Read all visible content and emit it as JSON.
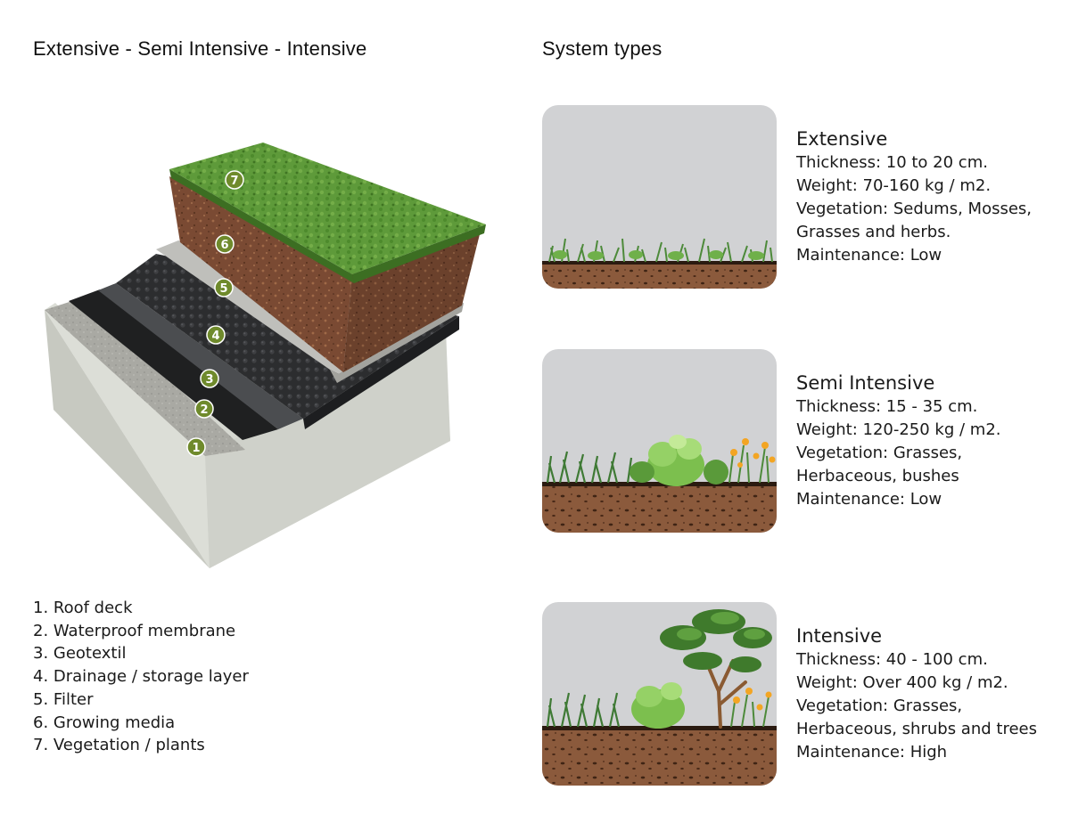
{
  "headings": {
    "left": "Extensive - Semi Intensive - Intensive",
    "right": "System types"
  },
  "diagram": {
    "badges": [
      "1",
      "2",
      "3",
      "4",
      "5",
      "6",
      "7"
    ],
    "colors": {
      "concrete": "#d9dbd4",
      "deck_top": "#a9a9a3",
      "membrane": "#1f2021",
      "geotextile": "#4b4d50",
      "drainage": "#2c2d2f",
      "filter": "#bfbfbb",
      "soil": "#7a4a33",
      "grass": "#5e9a3a",
      "badge": "#6f8a2c"
    }
  },
  "legend": [
    "1. Roof deck",
    "2. Waterproof membrane",
    "3. Geotextil",
    "4. Drainage / storage layer",
    "5. Filter",
    "6. Growing media",
    "7. Vegetation / plants"
  ],
  "systems": [
    {
      "name": "Extensive",
      "lines": [
        "Thickness: 10 to 20 cm.",
        "Weight: 70-160 kg / m2.",
        "Vegetation: Sedums, Mosses,",
        "Grasses and herbs.",
        "Maintenance: Low"
      ]
    },
    {
      "name": "Semi Intensive",
      "lines": [
        "Thickness: 15 - 35 cm.",
        "Weight: 120-250 kg / m2.",
        "Vegetation: Grasses,",
        "Herbaceous, bushes",
        "Maintenance: Low"
      ]
    },
    {
      "name": "Intensive",
      "lines": [
        "Thickness: 40 - 100 cm.",
        "Weight: Over 400 kg / m2.",
        "Vegetation: Grasses,",
        "Herbaceous, shrubs and trees",
        "Maintenance: High"
      ]
    }
  ]
}
